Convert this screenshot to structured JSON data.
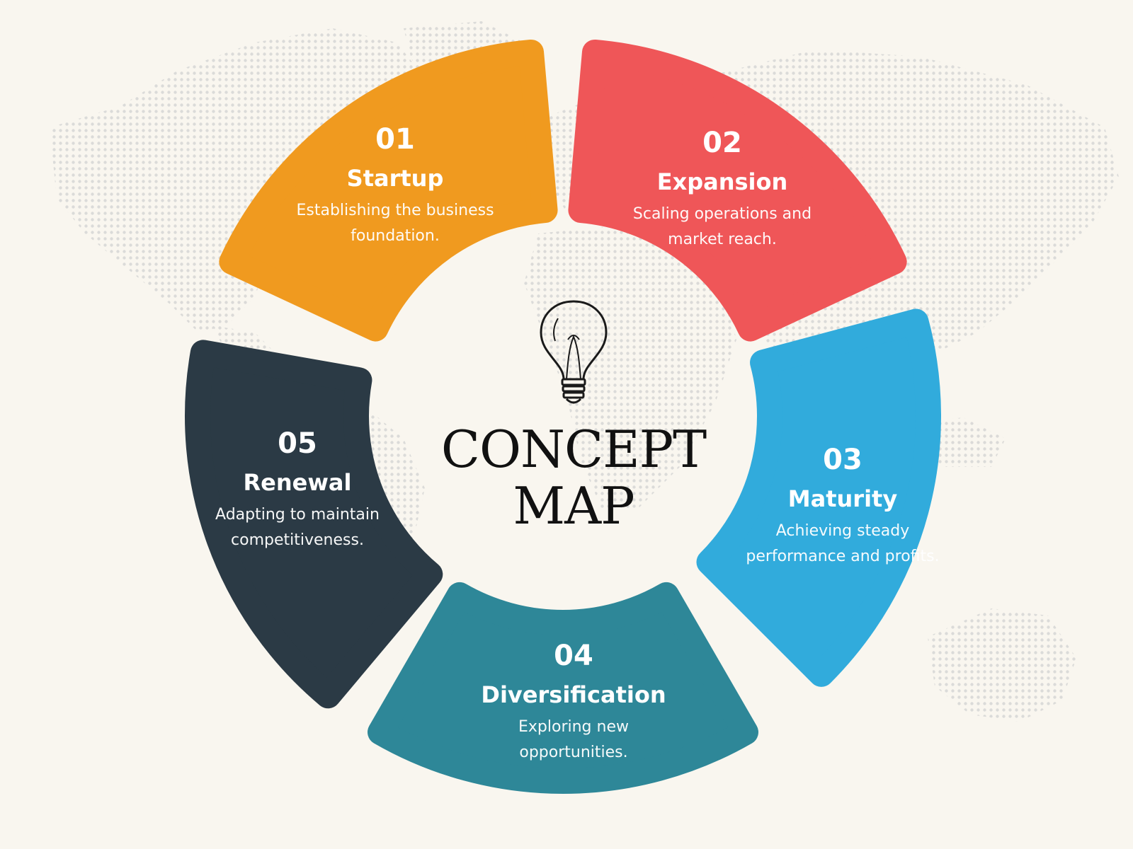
{
  "diagram": {
    "title_line1": "CONCEPT",
    "title_line2": "MAP",
    "center_icon": "light-bulb-icon",
    "segments": [
      {
        "number": "01",
        "title": "Startup",
        "description": "Establishing the business foundation.",
        "color": "#f09a1f"
      },
      {
        "number": "02",
        "title": "Expansion",
        "description": "Scaling operations and market reach.",
        "color": "#ef5658"
      },
      {
        "number": "03",
        "title": "Maturity",
        "description": "Achieving steady performance and profits.",
        "color": "#31abdc"
      },
      {
        "number": "04",
        "title": "Diversification",
        "description": "Exploring new opportunities.",
        "color": "#2e8798"
      },
      {
        "number": "05",
        "title": "Renewal",
        "description": "Adapting to maintain competitiveness.",
        "color": "#2b3a45"
      }
    ],
    "background_color": "#f9f6ef",
    "map_dot_color": "#d8d8d6"
  }
}
